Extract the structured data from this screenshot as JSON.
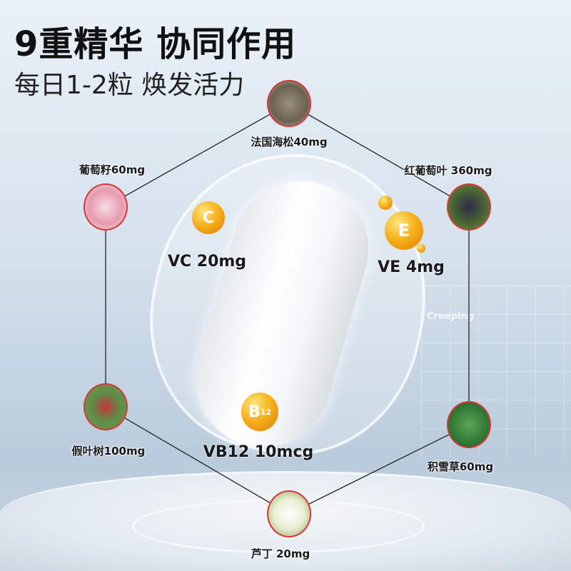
{
  "headline": "9重精华 协同作用",
  "subheadline": "每日1-2粒 焕发活力",
  "background_text": "Creeping",
  "accent_color": "#d9383a",
  "ingredients": [
    {
      "name": "法国海松40mg",
      "icon": "pine-bark-icon"
    },
    {
      "name": "葡萄籽60mg",
      "icon": "grape-seed-icon"
    },
    {
      "name": "红葡萄叶 360mg",
      "icon": "red-grape-leaf-icon"
    },
    {
      "name": "假叶树100mg",
      "icon": "butchers-broom-icon"
    },
    {
      "name": "积雪草60mg",
      "icon": "centella-icon"
    },
    {
      "name": "芦丁 20mg",
      "icon": "rutin-flower-icon"
    }
  ],
  "vitamins": [
    {
      "symbol": "C",
      "label": "VC 20mg"
    },
    {
      "symbol": "E",
      "label": "VE 4mg"
    },
    {
      "symbol": "B",
      "sup": "12",
      "label": "VB12 10mcg"
    }
  ]
}
